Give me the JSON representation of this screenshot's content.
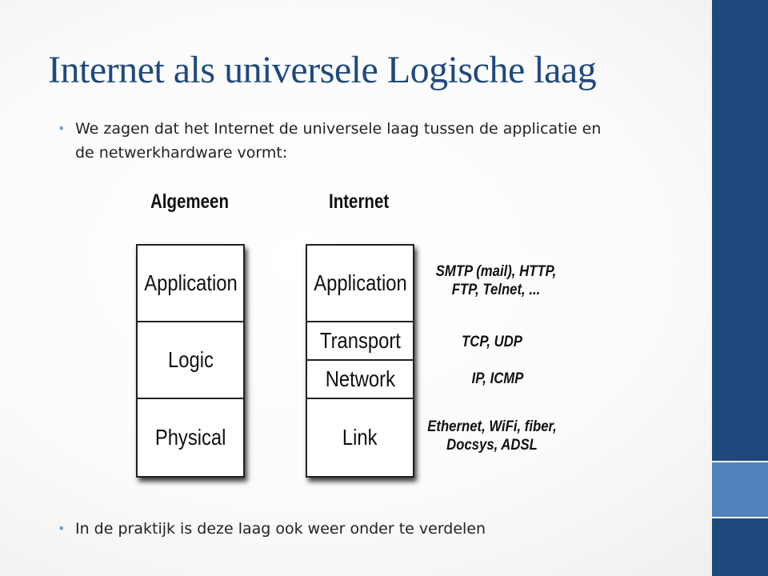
{
  "slide": {
    "title": "Internet als universele Logische laag",
    "bullets": [
      "We zagen dat het Internet de universele laag tussen de applicatie en de netwerkhardware vormt:",
      "In de praktijk is deze laag ook weer onder te verdelen"
    ]
  },
  "diagram": {
    "general": {
      "heading": "Algemeen",
      "layers": [
        "Application",
        "Logic",
        "Physical"
      ]
    },
    "internet": {
      "heading": "Internet",
      "layers": [
        "Application",
        "Transport",
        "Network",
        "Link"
      ]
    },
    "protocols": [
      "SMTP (mail), HTTP,\nFTP, Telnet, ...",
      "TCP, UDP",
      "IP, ICMP",
      "Ethernet, WiFi, fiber,\nDocsys, ADSL"
    ]
  },
  "colors": {
    "title": "#1f497d",
    "sidebar_dark": "#1f497d",
    "sidebar_light": "#4f81bd",
    "bullet": "#7aa0c8"
  }
}
